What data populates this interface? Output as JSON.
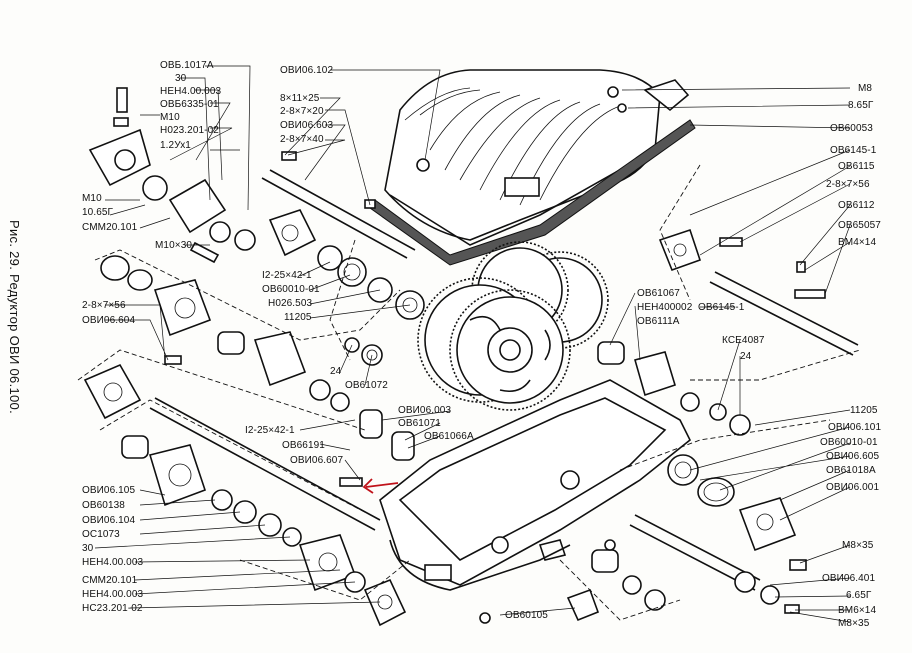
{
  "caption": "Рис. 29. Редуктор ОВИ 06.100.",
  "accent_color": "#c0121a",
  "labels_top_left": [
    "ОВБ.1017А",
    "30",
    "НЕН4.00.003",
    "ОВБ6335-01",
    "М10",
    "Н023.201-02",
    "1.2Ух1",
    "М10",
    "10.65Г",
    "СММ20.101",
    "М10×30"
  ],
  "labels_top_center": [
    "ОВИ06.102",
    "8×11×25",
    "2-8×7×20",
    "ОВИ06.603",
    "2-8×7×40"
  ],
  "labels_middle_center": [
    "I2-25×42-1",
    "ОВ60010-01",
    "Н026.503",
    "11205",
    "24",
    "ОВ61072",
    "ОВИ06.003",
    "ОВ61071",
    "ОВ61066А",
    "I2-25×42-1",
    "ОВ66191",
    "ОВИ06.607"
  ],
  "labels_left": [
    "2-8×7×56",
    "ОВИ06.604",
    "ОВИ06.105",
    "ОВ60138",
    "ОВИ06.104",
    "ОС1073",
    "30",
    "НЕН4.00.003",
    "СММ20.101",
    "НЕН4.00.003",
    "НС23.201-02"
  ],
  "labels_right": [
    "М8",
    "8.65Г",
    "ОВ60053",
    "ОВ6145-1",
    "ОВ6115",
    "2-8×7×56",
    "ОВ6112",
    "ОВ65057",
    "ВМ4×14",
    "ОВ61067",
    "НЕН400002",
    "ОВ6145-1",
    "ОВ6111А",
    "КСЕ4087",
    "24",
    "11205",
    "ОВИ06.101",
    "ОВ60010-01",
    "ОВИ06.605",
    "ОВ61018А",
    "ОВИ06.001",
    "М8×35",
    "ОВИ06.401",
    "6.65Г",
    "ВМ6×14",
    "М8×35"
  ],
  "label_bottom": "ОВ60105"
}
